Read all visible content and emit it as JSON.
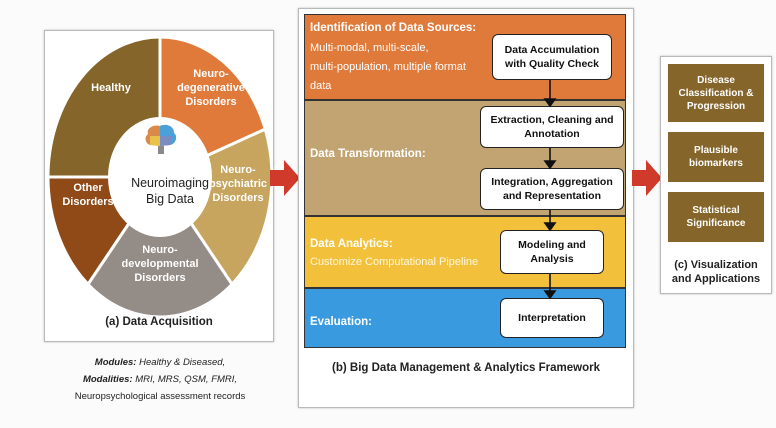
{
  "panel_a": {
    "segments": [
      {
        "label": "Healthy",
        "color": "#86652a"
      },
      {
        "label": "Neuro-\ndegenerative\nDisorders",
        "color": "#e07a3a"
      },
      {
        "label": "Neuro-\npsychiatric\nDisorders",
        "color": "#c7a55f"
      },
      {
        "label": "Neuro-\ndevelopmental\nDisorders",
        "color": "#948c86"
      },
      {
        "label": "Other\nDisorders",
        "color": "#8f4a18"
      }
    ],
    "center_text": "Neuroimaging\nBig Data",
    "caption": "(a) Data Acquisition"
  },
  "modules": {
    "modules_label": "Modules:",
    "modules_text": " Healthy & Diseased,",
    "modalities_label": "Modalities:",
    "modalities_text": " MRI, MRS, QSM, FMRI,",
    "records_text": "Neuropsychological assessment records"
  },
  "panel_b": {
    "bands": {
      "identification": {
        "title": "Identification of Data Sources:",
        "sub": [
          "Multi-modal, multi-scale,",
          "multi-population, multiple format",
          "data"
        ]
      },
      "transformation": {
        "title": "Data Transformation:"
      },
      "analytics": {
        "title": "Data Analytics:",
        "sub": "Customize Computational Pipeline"
      },
      "evaluation": {
        "title": "Evaluation:"
      }
    },
    "boxes": {
      "accumulation": "Data Accumulation\nwith Quality Check",
      "extraction": "Extraction, Cleaning and\nAnnotation",
      "integration": "Integration, Aggregation\nand Representation",
      "modeling": "Modeling and\nAnalysis",
      "interpretation": "Interpretation"
    },
    "caption": "(b) Big Data Management & Analytics Framework"
  },
  "panel_c": {
    "boxes": [
      "Disease\nClassification &\nProgression",
      "Plausible\nbiomarkers",
      "Statistical\nSignificance"
    ],
    "caption": "(c) Visualization\nand Applications"
  },
  "colors": {
    "arrow": "#cf3a2a",
    "band_identification": "#e07a3a",
    "band_transformation": "#c2a472",
    "band_analytics": "#f2c03a",
    "band_evaluation": "#3a9ae0",
    "app_box": "#86652a"
  }
}
